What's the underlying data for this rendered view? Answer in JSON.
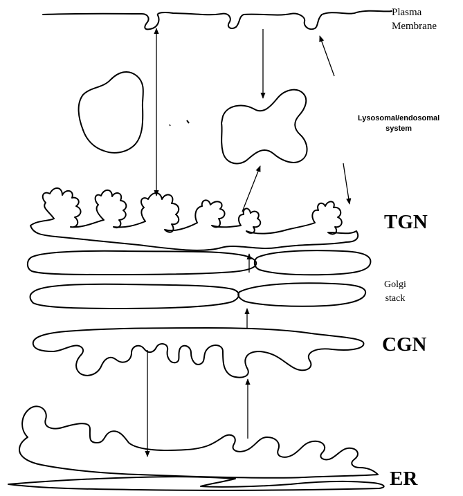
{
  "labels": {
    "plasma_membrane": [
      "Plasma",
      "Membrane"
    ],
    "lysosomal": [
      "Lysosomal/endosomal",
      "system"
    ],
    "tgn": "TGN",
    "golgi_stack": [
      "Golgi",
      "stack"
    ],
    "cgn": "CGN",
    "er": "ER"
  },
  "colors": {
    "stroke": "#000000",
    "background": "#ffffff"
  }
}
